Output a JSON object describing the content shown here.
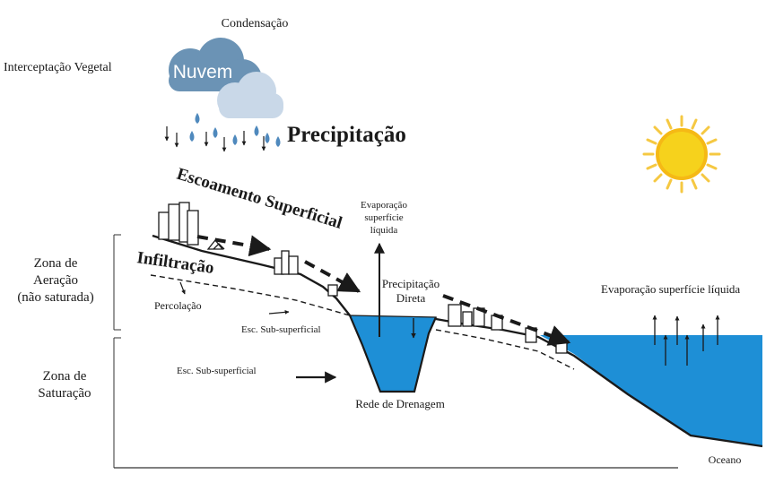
{
  "labels": {
    "condensation": "Condensação",
    "interception": "Interceptação Vegetal",
    "cloud": "Nuvem",
    "precipitation": "Precipitação",
    "surface_runoff": "Escoamento Superficial",
    "evap_liquid_line1": "Evaporação",
    "evap_liquid_line2": "superfície",
    "evap_liquid_line3": "líquida",
    "aeration_line1": "Zona de",
    "aeration_line2": "Aeração",
    "aeration_line3": "(não saturada)",
    "infiltration": "Infiltração",
    "percolation": "Percolação",
    "subsurface_upper": "Esc. Sub-superficial",
    "direct_precip_line1": "Precipitação",
    "direct_precip_line2": "Direta",
    "evap_surface": "Evaporação superfície líquida",
    "saturation_line1": "Zona de",
    "saturation_line2": "Saturação",
    "subsurface_lower": "Esc. Sub-superficial",
    "drainage": "Rede de Drenagem",
    "ocean": "Oceano"
  },
  "colors": {
    "water": "#1e8fd6",
    "sun": "#f6d21c",
    "sun_rays": "#f5c842",
    "cloud_dark": "#6b93b5",
    "cloud_light": "#c9d8e8",
    "raindrop": "#4f89bd",
    "ink": "#1a1a1a"
  }
}
